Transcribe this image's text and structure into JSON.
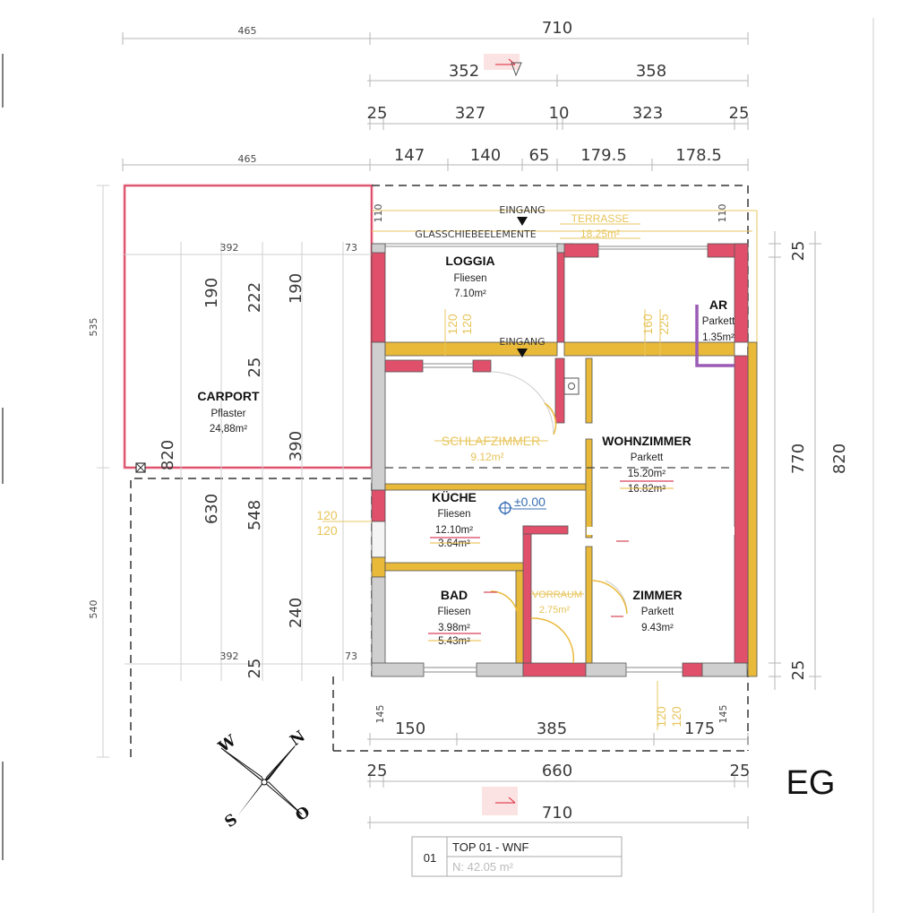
{
  "dimensions": {
    "top_total": "710",
    "top_carport": "465",
    "row2": [
      "352",
      "358"
    ],
    "row3": [
      "25",
      "327",
      "10",
      "323",
      "25"
    ],
    "row4_carport": "465",
    "row4": [
      "147",
      "140",
      "65",
      "179.5",
      "178.5"
    ],
    "bottom_row1": [
      "150",
      "385",
      "175"
    ],
    "bottom_row2": [
      "25",
      "660",
      "25"
    ],
    "bottom_total": "710",
    "right_inner": [
      "25",
      "770",
      "25"
    ],
    "right_outer": "820",
    "left_outer": [
      "535",
      "540"
    ],
    "carport_inner_top": "392",
    "carport_inner_bottom": "392",
    "carport_vertical_a": [
      "190",
      "222",
      "190"
    ],
    "carport_vertical_b": [
      "25",
      "390"
    ],
    "carport_vertical_c": [
      "630",
      "548"
    ],
    "carport_vertical_d": [
      "240",
      "25"
    ],
    "carport_820": "820",
    "small_73_top": "73",
    "small_73_bottom": "73",
    "small_110_left": "110",
    "small_110_right": "110",
    "small_145_left": "145",
    "small_145_right": "145",
    "opening_loggia": [
      "120",
      "120"
    ],
    "opening_ar": [
      "160",
      "225"
    ],
    "opening_kitchen": [
      "120",
      "120"
    ],
    "opening_zimmer": [
      "120",
      "120"
    ]
  },
  "labels": {
    "eingang_top": "EINGANG",
    "eingang_mid": "EINGANG",
    "glasschiebe": "GLASSCHIEBEELEMENTE",
    "terrasse": "TERRASSE",
    "terrasse_area": "18.25m²",
    "level": "±0.00",
    "floor": "EG"
  },
  "rooms": {
    "carport": {
      "name": "CARPORT",
      "floor": "Pflaster",
      "area": "24,88m²"
    },
    "loggia": {
      "name": "LOGGIA",
      "floor": "Fliesen",
      "area": "7.10m²"
    },
    "ar": {
      "name": "AR",
      "floor": "Parkett",
      "area": "1.35m²"
    },
    "schlafzimmer": {
      "name": "SCHLAFZIMMER",
      "area": "9.12m²"
    },
    "wohnzimmer": {
      "name": "WOHNZIMMER",
      "floor": "Parkett",
      "area": "15.20m²",
      "area_old": "16.82m²"
    },
    "kueche": {
      "name": "KÜCHE",
      "floor": "Fliesen",
      "area": "12.10m²",
      "area_old": "3.64m²"
    },
    "bad": {
      "name": "BAD",
      "floor": "Fliesen",
      "area": "3.98m²",
      "area_old": "5.43m²"
    },
    "vorraum": {
      "name": "VORRAUM",
      "area": "2.75m²"
    },
    "zimmer": {
      "name": "ZIMMER",
      "floor": "Parkett",
      "area": "9.43m²"
    }
  },
  "compass": {
    "w": "W",
    "n": "N",
    "s": "S",
    "o": "O"
  },
  "title_block": {
    "number": "01",
    "title": "TOP 01 - WNF",
    "subtitle": "N: 42.05 m²"
  },
  "colors": {
    "wall_red": "#e0506a",
    "wall_grey": "#cfcfcf",
    "wall_yellow": "#e9b93a",
    "carport_red": "#d9405e",
    "purple": "#9b5bb5",
    "blue": "#3a6fb5"
  }
}
